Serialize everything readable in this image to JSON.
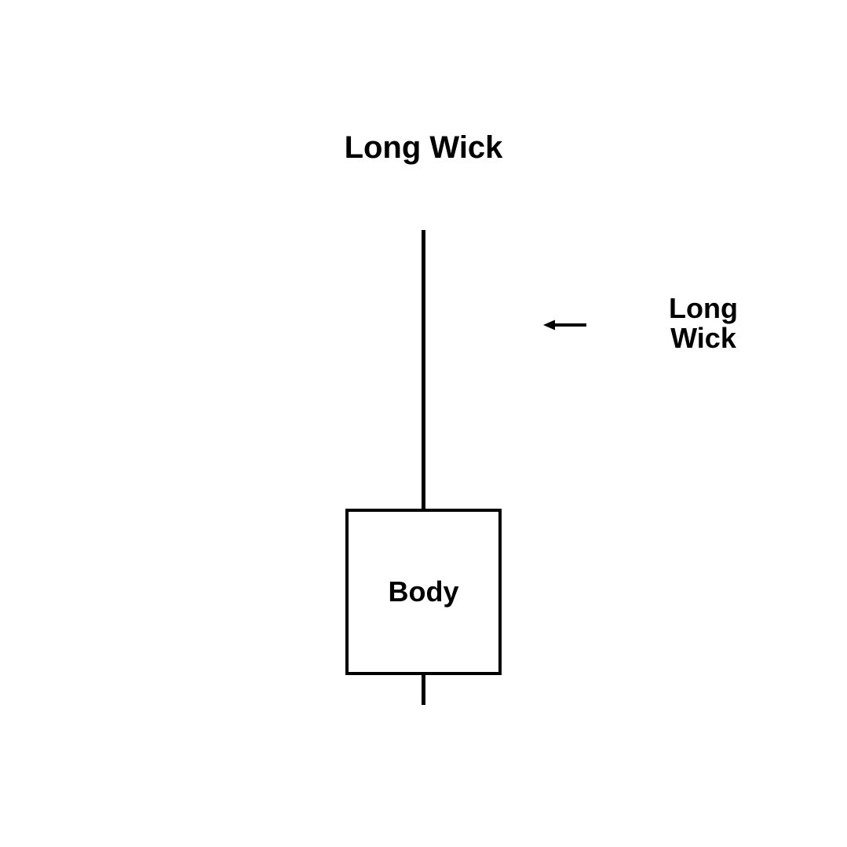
{
  "diagram": {
    "title": "Long Wick",
    "candlestick": {
      "body_label": "Body",
      "upper_wick": "long",
      "lower_wick": "short"
    },
    "annotation": {
      "line1": "Long",
      "line2": "Wick",
      "arrow_icon": "left-arrow-icon",
      "arrow_direction": "left",
      "points_to": "upper-wick-line"
    },
    "colors": {
      "stroke": "#000000",
      "background": "#ffffff"
    }
  }
}
